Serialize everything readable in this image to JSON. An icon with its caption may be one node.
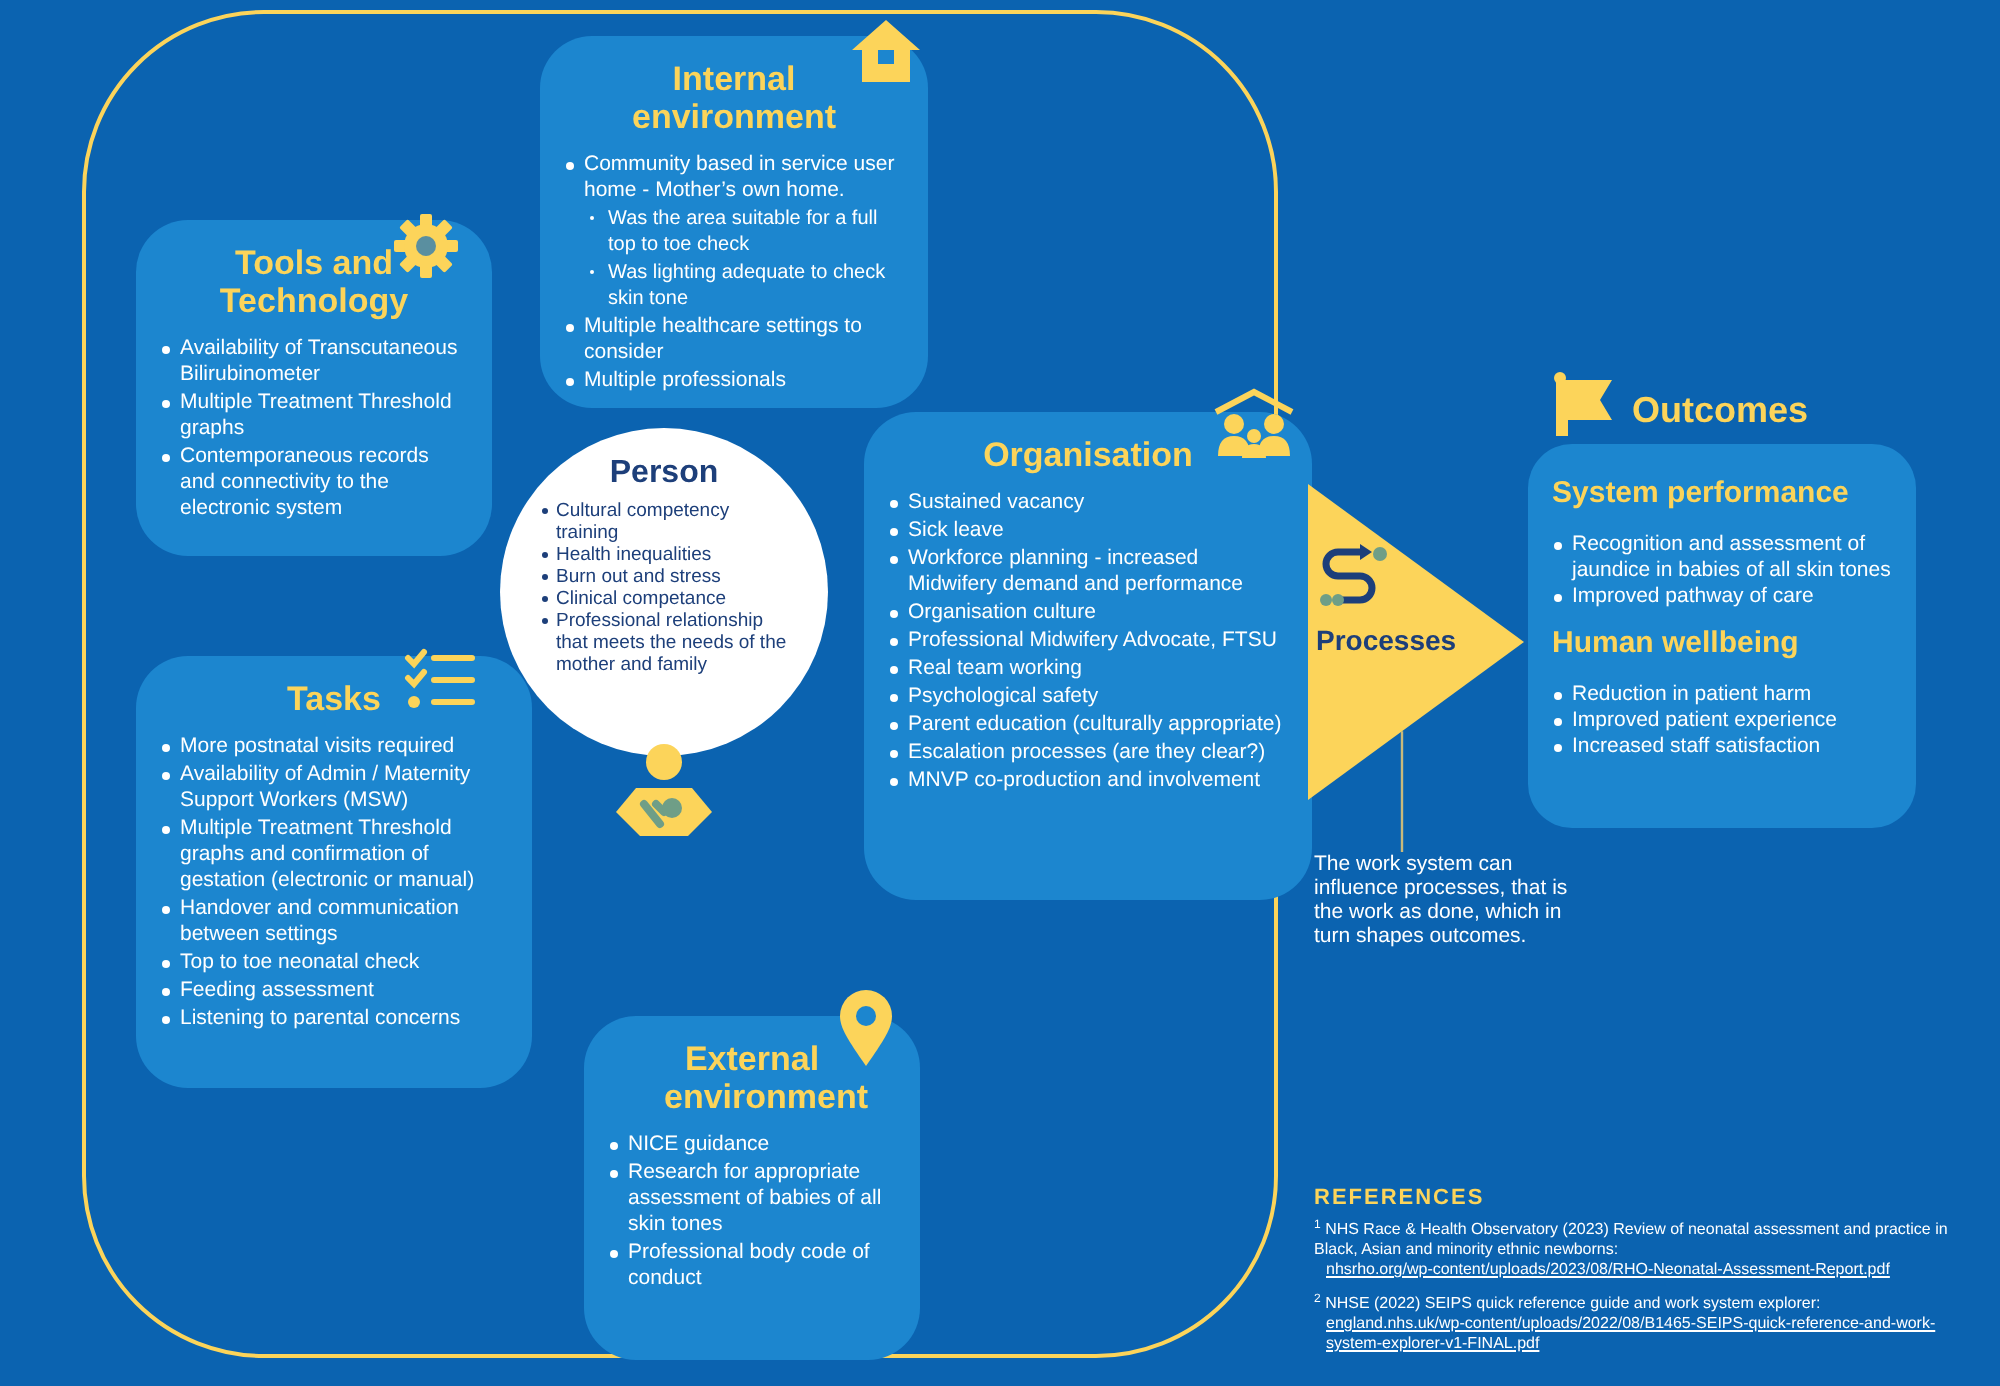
{
  "diagram": {
    "nodes": [
      {
        "text": [
          "Internal environment",
          "Community based in service user home - Mother’s own home.",
          "Was the area suitable for a full top to toe check",
          "Was lighting adequate to check skin tone",
          "Multiple healthcare settings to consider",
          "Multiple professionals"
        ]
      },
      {
        "text": [
          "Tools and Technology",
          "Availability of Transcutaneous Bilirubinometer",
          "Multiple Treatment Threshold graphs",
          "Contemporaneous records and connectivity to the electronic system"
        ]
      },
      {
        "text": [
          "Person",
          "Cultural competency training",
          "Health inequalities",
          "Burn out and stress",
          "Clinical competance",
          "Professional relationship that meets the needs of the mother and family"
        ]
      },
      {
        "text": [
          "Organisation",
          "Sustained vacancy",
          "Sick leave",
          "Workforce planning - increased Midwifery demand and performance",
          "Organisation culture",
          "Professional Midwifery Advocate, FTSU",
          "Real team working",
          "Psychological safety",
          "Parent education (culturally appropriate)",
          "Escalation processes (are they clear?)",
          "MNVP co-production and involvement"
        ]
      },
      {
        "text": [
          "Tasks",
          "More postnatal visits required",
          "Availability of Admin / Maternity Support Workers (MSW)",
          "Multiple Treatment Threshold graphs and confirmation of gestation (electronic or manual)",
          "Handover and communication between settings",
          "Top to toe neonatal check",
          "Feeding assessment",
          "Listening to parental concerns"
        ]
      },
      {
        "text": [
          "External environment",
          "NICE guidance",
          "Research for appropriate assessment of babies of all skin tones",
          "Professional body code of conduct"
        ]
      },
      {
        "text": [
          "Processes"
        ]
      },
      {
        "text": [
          "Outcomes",
          "System performance",
          "Recognition and assessment of jaundice in babies of all skin tones",
          "Improved pathway of care",
          "Human wellbeing",
          "Reduction in patient harm",
          "Improved patient experience",
          "Increased staff satisfaction"
        ]
      },
      {
        "text": [
          "The work system can influence processes, that is the work as done, which in turn shapes outcomes."
        ]
      }
    ],
    "edges": [
      {
        "from": 8,
        "to": 6,
        "arrow": "none"
      }
    ],
    "labels": [
      "REFERENCES",
      "$^{1}$ NHS Race & Health Observatory (2023) Review of neonatal assessment and practice in Black, Asian and minority ethnic newborns:",
      "nhsrho.org/wp-content/uploads/2023/08/RHO-Neonatal-Assessment-Report.pdf",
      "$^{2}$ NHSE (2022) SEIPS quick reference guide and work system explorer:",
      "england.nhs.uk/wp-content/uploads/2022/08/B1465-SEIPS-quick-reference-and-work-system-explorer-v1-FINAL.pdf"
    ]
  }
}
